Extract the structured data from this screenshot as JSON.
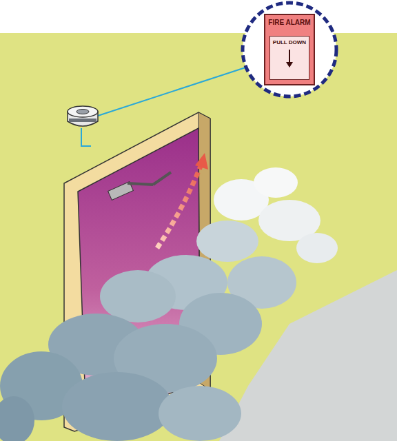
{
  "diagram": {
    "nodes": [
      {
        "text": [
          "FIRE ALARM"
        ]
      },
      {
        "text": [
          "PULL DOWN"
        ],
        "in": 0
      }
    ]
  }
}
